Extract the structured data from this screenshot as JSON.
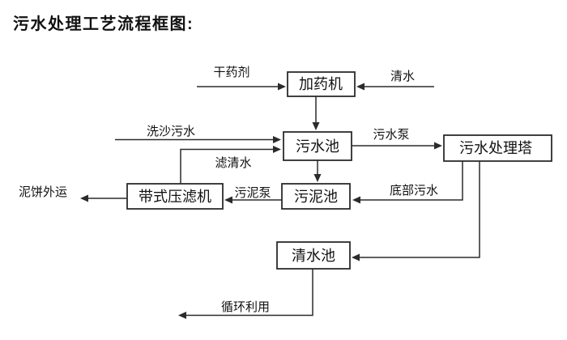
{
  "title": "污水处理工艺流程框图:",
  "colors": {
    "line": "#2b2b2b",
    "text": "#111111",
    "background": "#ffffff"
  },
  "nodes": {
    "dosing_machine": "加药机",
    "sewage_pool": "污水池",
    "treatment_tower": "污水处理塔",
    "sludge_pool": "污泥池",
    "belt_filter_press": "带式压滤机",
    "clean_water_pool": "清水池"
  },
  "flows": {
    "dry_agent": "干药剂",
    "clean_water_in": "清水",
    "sand_washing_sewage": "洗沙污水",
    "sewage_pump": "污水泵",
    "filtered_water": "滤清水",
    "sludge_pump": "污泥泵",
    "mud_cake_outbound": "泥饼外运",
    "bottom_sewage": "底部污水",
    "recycling_use": "循环利用"
  }
}
